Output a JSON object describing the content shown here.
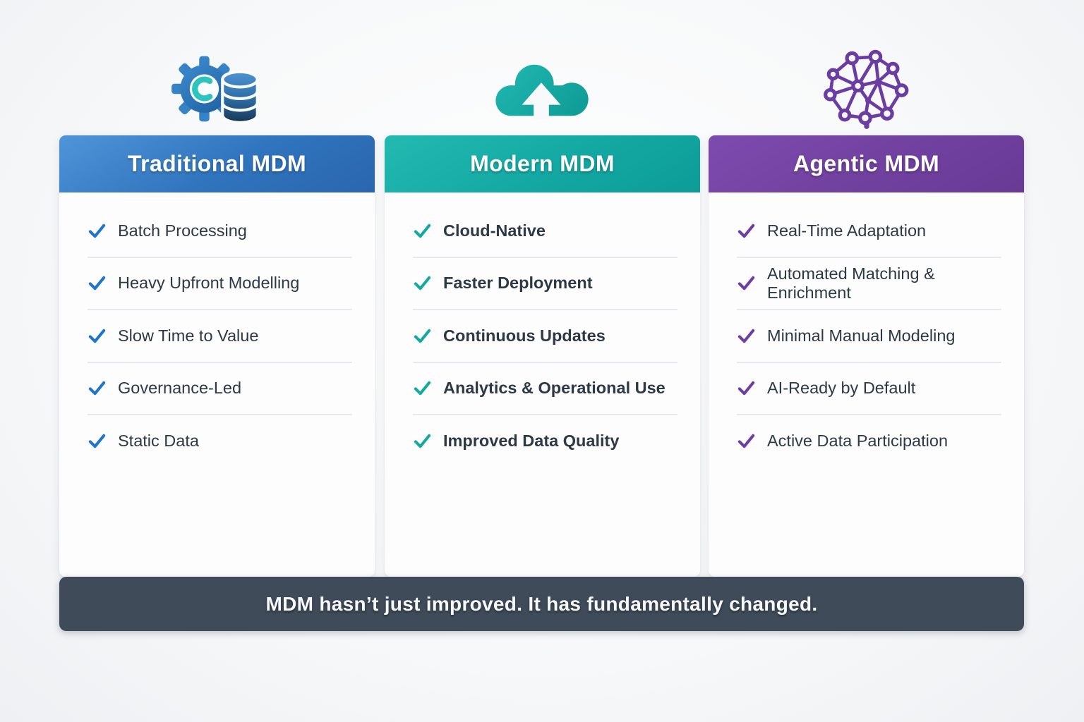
{
  "page": {
    "background_color": "#f3f5f7",
    "footer": {
      "text": "MDM hasn’t just improved. It has fundamentally changed.",
      "background_color": "#3f4b59"
    }
  },
  "columns": [
    {
      "title": "Traditional MDM",
      "icon": "gear-database-icon",
      "accent_color": "#1f74cb",
      "header_gradient": [
        "#4f95d8",
        "#2a66ae"
      ],
      "items": [
        "Batch Processing",
        "Heavy Upfront Modelling",
        "Slow Time to Value",
        "Governance-Led",
        "Static Data"
      ]
    },
    {
      "title": "Modern MDM",
      "icon": "cloud-upload-icon",
      "accent_color": "#14a8a2",
      "header_gradient": [
        "#1fb6ae",
        "#0d9c97"
      ],
      "items": [
        "Cloud-Native",
        "Faster Deployment",
        "Continuous Updates",
        "Analytics & Operational Use",
        "Improved Data Quality"
      ]
    },
    {
      "title": "Agentic MDM",
      "icon": "neural-network-icon",
      "accent_color": "#6d3da4",
      "header_gradient": [
        "#7c4aae",
        "#683a96"
      ],
      "items": [
        "Real-Time Adaptation",
        "Automated Matching & Enrichment",
        "Minimal Manual Modeling",
        "AI-Ready by Default",
        "Active Data Participation"
      ]
    }
  ]
}
